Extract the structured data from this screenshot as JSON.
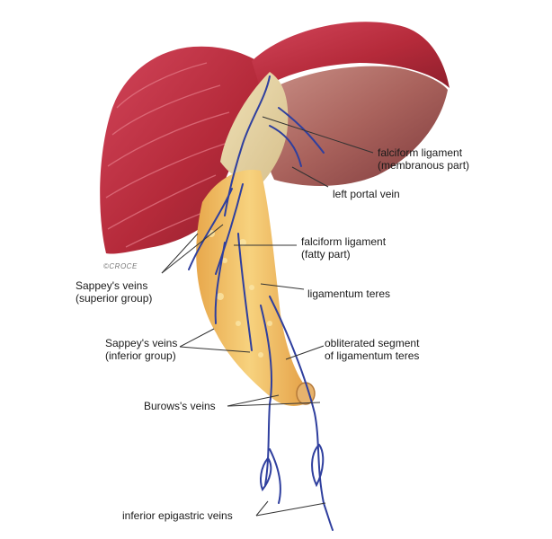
{
  "signature": "©CROCE",
  "labels": {
    "falciform_membranous": {
      "line1": "falciform ligament",
      "line2": "(membranous part)"
    },
    "left_portal_vein": {
      "line1": "left portal vein"
    },
    "falciform_fatty": {
      "line1": "falciform ligament",
      "line2": "(fatty part)"
    },
    "sappey_superior": {
      "line1": "Sappey's veins",
      "line2": "(superior group)"
    },
    "ligamentum_teres": {
      "line1": "ligamentum teres"
    },
    "sappey_inferior": {
      "line1": "Sappey's veins",
      "line2": "(inferior group)"
    },
    "obliterated_segment": {
      "line1": "obliterated segment",
      "line2": "of ligamentum teres"
    },
    "burows_veins": {
      "line1": "Burows's veins"
    },
    "inferior_epigastric": {
      "line1": "inferior epigastric veins"
    }
  },
  "colors": {
    "liver": "#c23040",
    "liver_under": "#9e4a4a",
    "fat": "#f3c470",
    "vein": "#2f3f9e",
    "leader": "#333333"
  }
}
